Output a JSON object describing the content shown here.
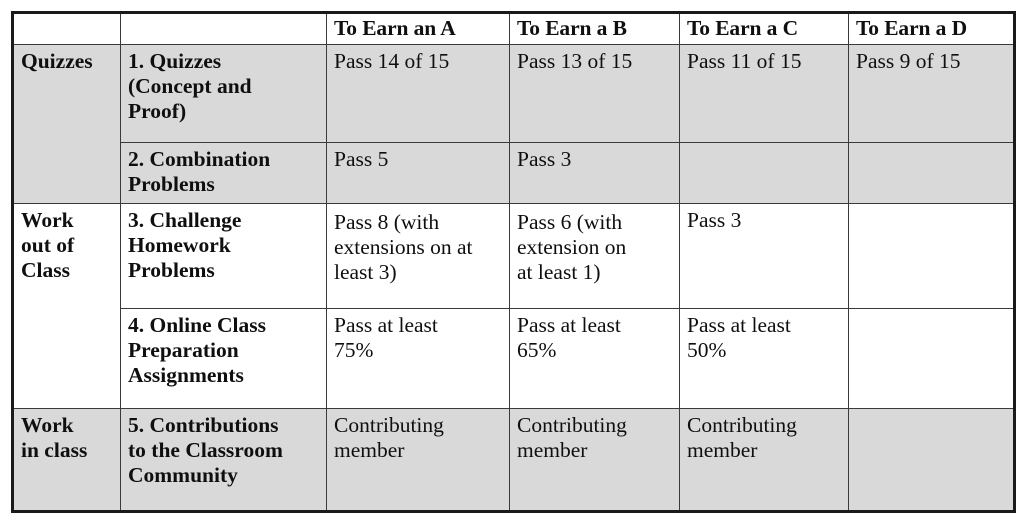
{
  "document": {
    "type": "grading-criteria-table",
    "colors": {
      "shaded_row_background": "#d9d9d9",
      "plain_row_background": "#ffffff",
      "border": "#3a3a3a",
      "outer_border": "#1a1a1a",
      "text": "#100f10"
    }
  },
  "table": {
    "headers": {
      "category_blank": "",
      "item_blank": "",
      "grades": [
        "To Earn an A",
        "To Earn a B",
        "To Earn a C",
        "To Earn a D"
      ]
    },
    "categories": [
      {
        "label": "Quizzes",
        "shaded": true
      },
      {
        "label": "Work out of Class",
        "label_line1": "Work",
        "label_line2": "out of",
        "label_line3": "Class",
        "shaded": false
      },
      {
        "label": "Work in class",
        "label_line1": "Work",
        "label_line2": "in class",
        "shaded": true
      }
    ],
    "rows": [
      {
        "item": "1. Quizzes (Concept and Proof)",
        "item_line1": "1. Quizzes",
        "item_line2": "(Concept and",
        "item_line3": "Proof)",
        "a": "Pass 14 of 15",
        "b": "Pass 13 of 15",
        "c": "Pass 11 of 15",
        "d": "Pass 9 of 15"
      },
      {
        "item": "2. Combination Problems",
        "item_line1": "2. Combination",
        "item_line2": "Problems",
        "a": "Pass 5",
        "b": "Pass 3",
        "c": "",
        "d": ""
      },
      {
        "item": "3. Challenge Homework Problems",
        "item_line1": "3. Challenge",
        "item_line2": "Homework",
        "item_line3": "Problems",
        "a": "Pass 8 (with extensions on at least 3)",
        "a_line1": "Pass 8 (with",
        "a_line2": "extensions on at",
        "a_line3": "least 3)",
        "b": "Pass 6 (with extension on at least 1)",
        "b_line1": "Pass 6 (with",
        "b_line2": "extension on",
        "b_line3": "at least 1)",
        "c": "Pass 3",
        "d": ""
      },
      {
        "item": "4. Online Class Preparation Assignments",
        "item_line1": "4. Online Class",
        "item_line2": "Preparation",
        "item_line3": "Assignments",
        "a": "Pass at least 75%",
        "a_line1": "Pass at least",
        "a_line2": "75%",
        "b": "Pass at least 65%",
        "b_line1": "Pass at least",
        "b_line2": "65%",
        "c": "Pass at least 50%",
        "c_line1": "Pass at least",
        "c_line2": "50%",
        "d": ""
      },
      {
        "item": "5. Contributions to the Classroom Community",
        "item_line1": "5. Contributions",
        "item_line2": "to the Classroom",
        "item_line3": "Community",
        "a": "Contributing member",
        "a_line1": "Contributing",
        "a_line2": "member",
        "b": "Contributing member",
        "b_line1": "Contributing",
        "b_line2": "member",
        "c": "Contributing member",
        "c_line1": "Contributing",
        "c_line2": "member",
        "d": ""
      }
    ]
  }
}
